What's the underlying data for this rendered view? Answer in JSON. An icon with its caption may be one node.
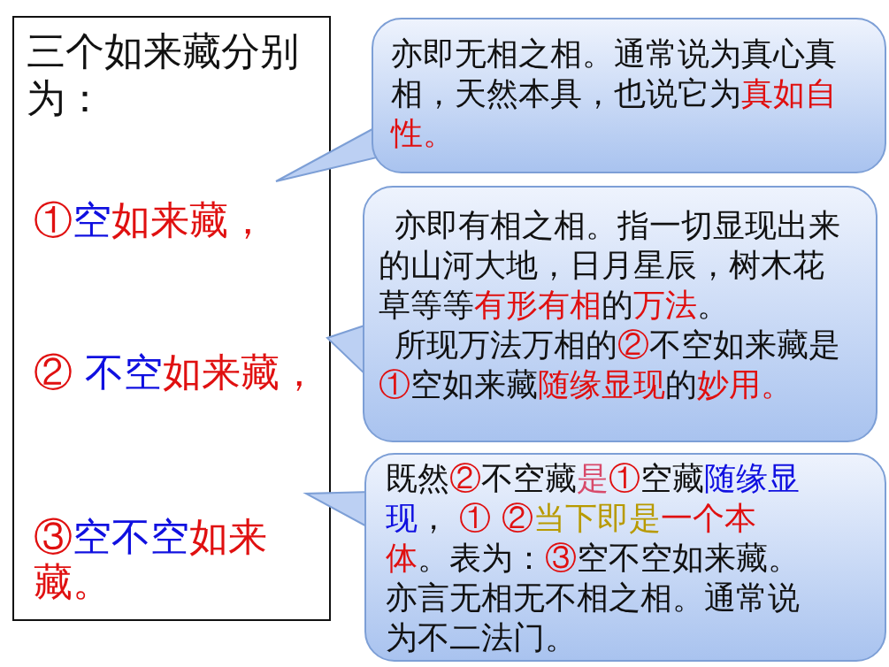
{
  "diagram": {
    "nodes": [
      {
        "text": [
          "三个如来藏分别为："
        ]
      },
      {
        "text": [
          "①空如来藏，"
        ],
        "in": 0
      },
      {
        "text": [
          "② 不空如来藏，"
        ],
        "in": 0
      },
      {
        "text": [
          "③空不空如来藏。"
        ],
        "in": 0
      },
      {
        "text": [
          "亦即无相之相。通常说为真心真相，天然本具，也说它为真如自性。"
        ]
      },
      {
        "text": [
          "亦即有相之相。指一切显现出来的山河大地，日月星辰，树木花草等等有形有相的万法。",
          "所现万法万相的②不空如来藏是①空如来藏随缘显现的妙用。"
        ]
      },
      {
        "text": [
          "既然②不空藏是①空藏随缘显现， ① ②当下即是一个本体。表为：③空不空如来藏。亦言无相无不相之相。通常说为不二法门。"
        ]
      }
    ],
    "edges": [
      {
        "from": 4,
        "to": 1,
        "arrow": "to"
      },
      {
        "from": 5,
        "to": 2,
        "arrow": "to"
      },
      {
        "from": 6,
        "to": 3,
        "arrow": "to"
      }
    ]
  }
}
